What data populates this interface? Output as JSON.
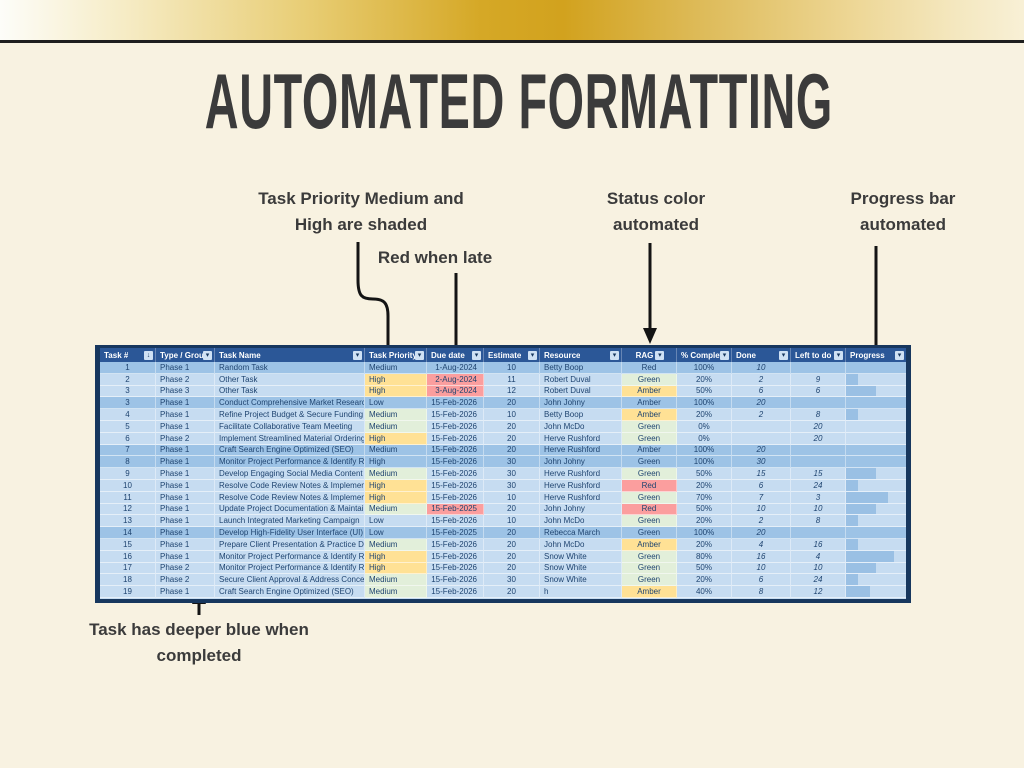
{
  "page": {
    "title": "AUTOMATED FORMATTING"
  },
  "annotations": {
    "priority_line1": "Task Priority Medium and",
    "priority_line2": "High are shaded",
    "late": "Red when late",
    "status_line1": "Status color",
    "status_line2": "automated",
    "progress_line1": "Progress bar",
    "progress_line2": "automated",
    "completed_line1": "Task has deeper blue when",
    "completed_line2": "completed"
  },
  "icons": {
    "filter_dropdown": "▾",
    "sort_filter": "↓"
  },
  "colors": {
    "background": "#F8F2E1",
    "banner_line": "#1E1E1E",
    "table_header_bg": "#2B5797",
    "row_bg": "#C6DCF1",
    "row_completed_bg": "#9DC3E6",
    "shade_green": "#E2EFDA",
    "shade_amber": "#FFE195",
    "shade_red": "#FB9E9E",
    "progress_bar": "#9AC0E4",
    "text_navy": "#1F4470",
    "border_navy": "#17375E",
    "arrow": "#141414",
    "title_color": "#3B3B3B"
  },
  "table": {
    "headers": [
      "Task #",
      "Type / Group",
      "Task Name",
      "Task Priority",
      "Due date",
      "Estimate",
      "Resource",
      "RAG",
      "% Complete",
      "Done",
      "Left to do",
      "Progress"
    ],
    "rows": [
      {
        "num": "1",
        "group": "Phase 1",
        "name": "Random Task",
        "priority": "Medium",
        "due": "1-Aug-2024",
        "estimate": "10",
        "resource": "Betty Boop",
        "rag": "Red",
        "pct": "100%",
        "done": "10",
        "left": "",
        "progress": 100,
        "completed": true,
        "late": false
      },
      {
        "num": "2",
        "group": "Phase 2",
        "name": "Other Task",
        "priority": "High",
        "due": "2-Aug-2024",
        "estimate": "11",
        "resource": "Robert Duval",
        "rag": "Green",
        "pct": "20%",
        "done": "2",
        "left": "9",
        "progress": 20,
        "completed": false,
        "late": true
      },
      {
        "num": "3",
        "group": "Phase 3",
        "name": "Other Task",
        "priority": "High",
        "due": "3-Aug-2024",
        "estimate": "12",
        "resource": "Robert Duval",
        "rag": "Amber",
        "pct": "50%",
        "done": "6",
        "left": "6",
        "progress": 50,
        "completed": false,
        "late": true
      },
      {
        "num": "3",
        "group": "Phase 1",
        "name": "Conduct Comprehensive Market Research",
        "priority": "Low",
        "due": "15-Feb-2026",
        "estimate": "20",
        "resource": "John Johny",
        "rag": "Amber",
        "pct": "100%",
        "done": "20",
        "left": "",
        "progress": 100,
        "completed": true,
        "late": false
      },
      {
        "num": "4",
        "group": "Phase 1",
        "name": "Refine Project Budget & Secure Funding",
        "priority": "Medium",
        "due": "15-Feb-2026",
        "estimate": "10",
        "resource": "Betty Boop",
        "rag": "Amber",
        "pct": "20%",
        "done": "2",
        "left": "8",
        "progress": 20,
        "completed": false,
        "late": false
      },
      {
        "num": "5",
        "group": "Phase 1",
        "name": "Facilitate Collaborative Team Meeting",
        "priority": "Medium",
        "due": "15-Feb-2026",
        "estimate": "20",
        "resource": "John McDo",
        "rag": "Green",
        "pct": "0%",
        "done": "",
        "left": "20",
        "progress": 0,
        "completed": false,
        "late": false
      },
      {
        "num": "6",
        "group": "Phase 2",
        "name": "Implement Streamlined Material Ordering",
        "priority": "High",
        "due": "15-Feb-2026",
        "estimate": "20",
        "resource": "Herve Rushford",
        "rag": "Green",
        "pct": "0%",
        "done": "",
        "left": "20",
        "progress": 0,
        "completed": false,
        "late": false
      },
      {
        "num": "7",
        "group": "Phase 1",
        "name": "Craft Search Engine Optimized (SEO)",
        "priority": "Medium",
        "due": "15-Feb-2026",
        "estimate": "20",
        "resource": "Herve Rushford",
        "rag": "Amber",
        "pct": "100%",
        "done": "20",
        "left": "",
        "progress": 100,
        "completed": true,
        "late": false
      },
      {
        "num": "8",
        "group": "Phase 1",
        "name": "Monitor Project Performance & Identify Risk",
        "priority": "High",
        "due": "15-Feb-2026",
        "estimate": "30",
        "resource": "John Johny",
        "rag": "Green",
        "pct": "100%",
        "done": "30",
        "left": "",
        "progress": 100,
        "completed": true,
        "late": false
      },
      {
        "num": "9",
        "group": "Phase 1",
        "name": "Develop Engaging Social Media Content",
        "priority": "Medium",
        "due": "15-Feb-2026",
        "estimate": "30",
        "resource": "Herve Rushford",
        "rag": "Green",
        "pct": "50%",
        "done": "15",
        "left": "15",
        "progress": 50,
        "completed": false,
        "late": false
      },
      {
        "num": "10",
        "group": "Phase 1",
        "name": "Resolve Code Review Notes & Implement Fix",
        "priority": "High",
        "due": "15-Feb-2026",
        "estimate": "30",
        "resource": "Herve Rushford",
        "rag": "Red",
        "pct": "20%",
        "done": "6",
        "left": "24",
        "progress": 20,
        "completed": false,
        "late": false
      },
      {
        "num": "11",
        "group": "Phase 1",
        "name": "Resolve Code Review Notes & Implement Fix",
        "priority": "High",
        "due": "15-Feb-2026",
        "estimate": "10",
        "resource": "Herve Rushford",
        "rag": "Green",
        "pct": "70%",
        "done": "7",
        "left": "3",
        "progress": 70,
        "completed": false,
        "late": false
      },
      {
        "num": "12",
        "group": "Phase 1",
        "name": "Update Project Documentation & Maintain",
        "priority": "Medium",
        "due": "15-Feb-2025",
        "estimate": "20",
        "resource": "John Johny",
        "rag": "Red",
        "pct": "50%",
        "done": "10",
        "left": "10",
        "progress": 50,
        "completed": false,
        "late": true
      },
      {
        "num": "13",
        "group": "Phase 1",
        "name": "Launch Integrated Marketing Campaign",
        "priority": "Low",
        "due": "15-Feb-2026",
        "estimate": "10",
        "resource": "John McDo",
        "rag": "Green",
        "pct": "20%",
        "done": "2",
        "left": "8",
        "progress": 20,
        "completed": false,
        "late": false
      },
      {
        "num": "14",
        "group": "Phase 1",
        "name": "Develop High-Fidelity User Interface (UI)",
        "priority": "Low",
        "due": "15-Feb-2025",
        "estimate": "20",
        "resource": "Rebecca March",
        "rag": "Green",
        "pct": "100%",
        "done": "20",
        "left": "",
        "progress": 100,
        "completed": true,
        "late": false
      },
      {
        "num": "15",
        "group": "Phase 1",
        "name": "Prepare Client Presentation & Practice Delivery",
        "priority": "Medium",
        "due": "15-Feb-2026",
        "estimate": "20",
        "resource": "John McDo",
        "rag": "Amber",
        "pct": "20%",
        "done": "4",
        "left": "16",
        "progress": 20,
        "completed": false,
        "late": false
      },
      {
        "num": "16",
        "group": "Phase 1",
        "name": "Monitor Project Performance & Identify Risk",
        "priority": "High",
        "due": "15-Feb-2026",
        "estimate": "20",
        "resource": "Snow White",
        "rag": "Green",
        "pct": "80%",
        "done": "16",
        "left": "4",
        "progress": 80,
        "completed": false,
        "late": false
      },
      {
        "num": "17",
        "group": "Phase 2",
        "name": "Monitor Project Performance & Identify Risk",
        "priority": "High",
        "due": "15-Feb-2026",
        "estimate": "20",
        "resource": "Snow White",
        "rag": "Green",
        "pct": "50%",
        "done": "10",
        "left": "10",
        "progress": 50,
        "completed": false,
        "late": false
      },
      {
        "num": "18",
        "group": "Phase 2",
        "name": "Secure Client Approval & Address Concerns",
        "priority": "Medium",
        "due": "15-Feb-2026",
        "estimate": "30",
        "resource": "Snow White",
        "rag": "Green",
        "pct": "20%",
        "done": "6",
        "left": "24",
        "progress": 20,
        "completed": false,
        "late": false
      },
      {
        "num": "19",
        "group": "Phase 1",
        "name": "Craft Search Engine Optimized (SEO)",
        "priority": "Medium",
        "due": "15-Feb-2026",
        "estimate": "20",
        "resource": "h",
        "rag": "Amber",
        "pct": "40%",
        "done": "8",
        "left": "12",
        "progress": 40,
        "completed": false,
        "late": false
      }
    ]
  }
}
